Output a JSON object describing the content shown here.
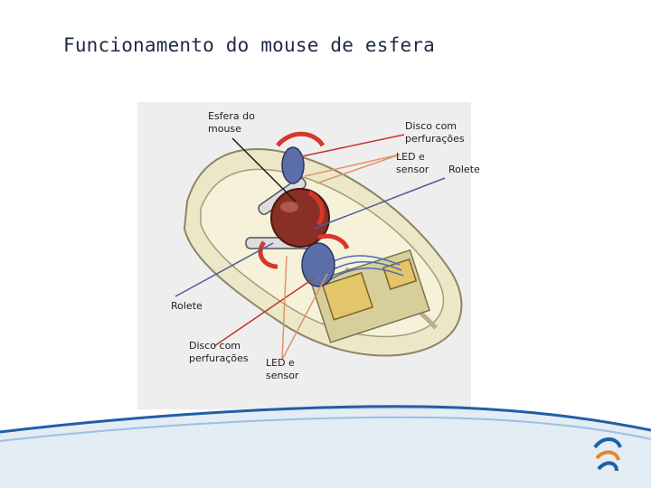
{
  "slide": {
    "title": "Funcionamento do mouse de esfera"
  },
  "labels": {
    "esfera_line1": "Esfera do",
    "esfera_line2": "mouse",
    "disco_top_line1": "Disco com",
    "disco_top_line2": "perfurações",
    "led_top_line1": "LED e",
    "led_top_line2": "sensor",
    "rolete_right": "Rolete",
    "rolete_left": "Rolete",
    "disco_bottom_line1": "Disco com",
    "disco_bottom_line2": "perfurações",
    "led_bottom_line1": "LED e",
    "led_bottom_line2": "sensor"
  },
  "colors": {
    "title": "#1f2a44",
    "mouse_shell": "#ece7c6",
    "ball": "#8a2f25",
    "arrow": "#d7372b",
    "disc": "#5b6ea8",
    "line_black": "#1a1a1a",
    "line_red": "#c0392b",
    "line_orange": "#e0936a",
    "line_blue": "#4a5a9a",
    "footer_blue": "#1f5fa8"
  }
}
